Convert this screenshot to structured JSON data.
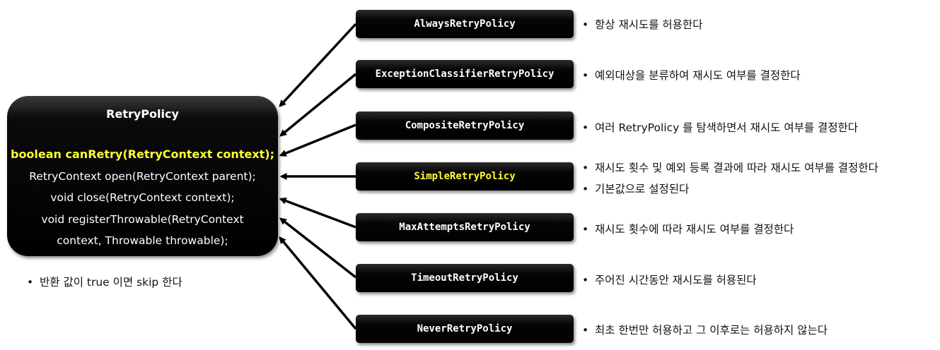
{
  "interface": {
    "name": "RetryPolicy",
    "methods": [
      "boolean canRetry(RetryContext context);",
      "RetryContext open(RetryContext parent);",
      "void close(RetryContext context);",
      "void registerThrowable(RetryContext",
      "context, Throwable throwable);"
    ],
    "note": "반환 값이 true 이면 skip 한다"
  },
  "policies": [
    {
      "name": "AlwaysRetryPolicy",
      "descriptions": [
        "항상 재시도를 허용한다"
      ]
    },
    {
      "name": "ExceptionClassifierRetryPolicy",
      "descriptions": [
        "예외대상을 분류하여 재시도 여부를 결정한다"
      ]
    },
    {
      "name": "CompositeRetryPolicy",
      "descriptions": [
        "여러 RetryPolicy 를 탐색하면서 재시도 여부를 결정한다"
      ]
    },
    {
      "name": "SimpleRetryPolicy",
      "descriptions": [
        "재시도 횟수 및 예외 등록 결과에 따라 재시도 여부를 결정한다",
        "기본값으로 설정된다"
      ]
    },
    {
      "name": "MaxAttemptsRetryPolicy",
      "descriptions": [
        "재시도 횟수에 따라 재시도 여부를 결정한다"
      ]
    },
    {
      "name": "TimeoutRetryPolicy",
      "descriptions": [
        "주어진 시간동안 재시도를 허용된다"
      ]
    },
    {
      "name": "NeverRetryPolicy",
      "descriptions": [
        "최초 한번만 허용하고 그 이후로는 허용하지 않는다"
      ]
    }
  ],
  "bullet_char": "•",
  "colors": {
    "box_background": "#000000",
    "box_text": "#ffffff",
    "highlight_text": "#ffff33",
    "arrow": "#000000"
  }
}
